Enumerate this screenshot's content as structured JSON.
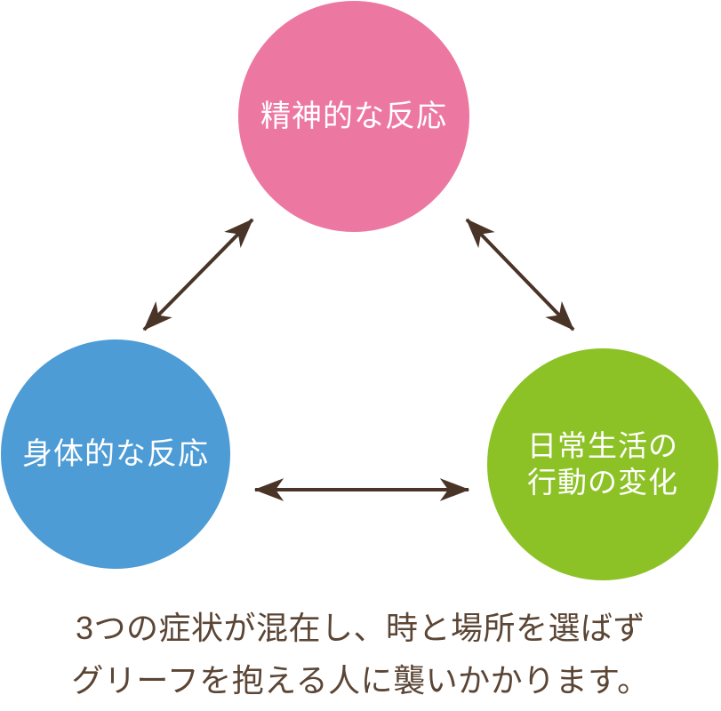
{
  "diagram": {
    "title_semantic": "grief-symptoms-cycle",
    "nodes": [
      {
        "id": "mental",
        "label": "精神的な反応",
        "color": "#ec78a2",
        "text_color": "#ffffff"
      },
      {
        "id": "physical",
        "label": "身体的な反応",
        "color": "#4d9cd5",
        "text_color": "#ffffff"
      },
      {
        "id": "behavior",
        "label": "日常生活の\n行動の変化",
        "color": "#8cc226",
        "text_color": "#ffffff"
      }
    ],
    "arrows": {
      "color": "#4a3428",
      "style": "double-headed",
      "connections": [
        {
          "from": "physical",
          "to": "mental"
        },
        {
          "from": "mental",
          "to": "behavior"
        },
        {
          "from": "physical",
          "to": "behavior"
        }
      ]
    }
  },
  "caption": {
    "line1": "3つの症状が混在し、時と場所を選ばず",
    "line2": "グリーフを抱える人に襲いかかります。",
    "color": "#5b4534"
  }
}
